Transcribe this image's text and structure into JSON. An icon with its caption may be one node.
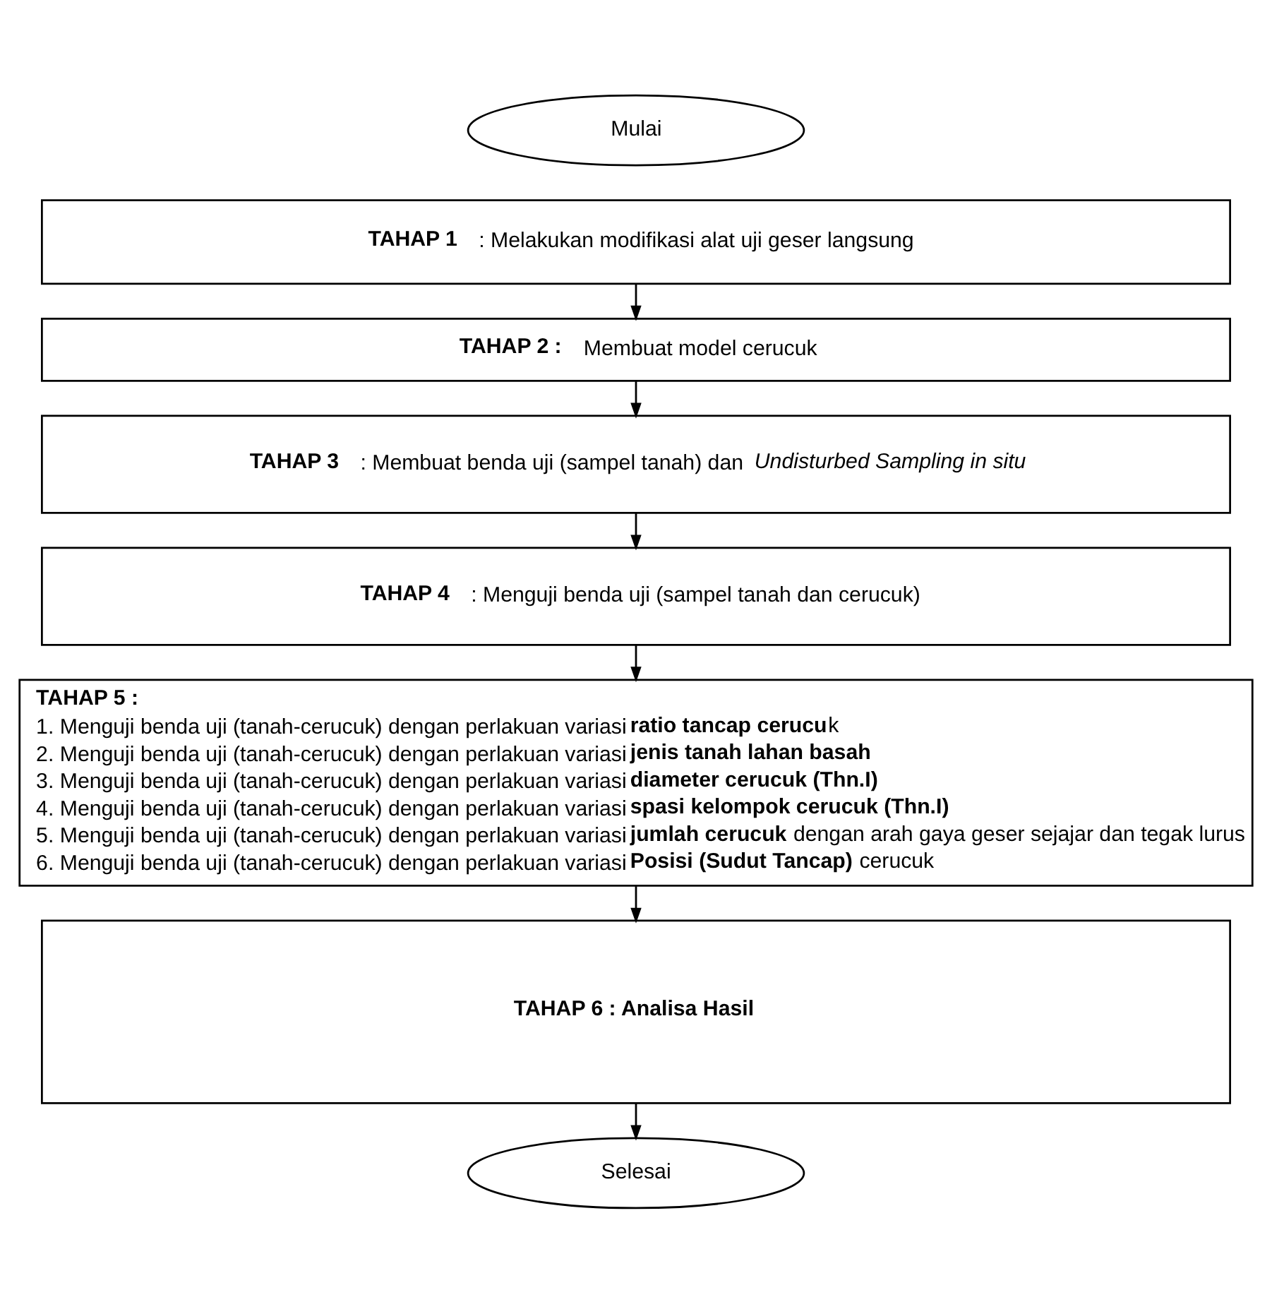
{
  "diagram": {
    "nodes": [
      {
        "text": [
          "Mulai"
        ]
      },
      {
        "text": [
          "**TAHAP 1** : Melakukan modifikasi alat uji geser langsung"
        ]
      },
      {
        "text": [
          "**TAHAP 2 :** Membuat model cerucuk"
        ]
      },
      {
        "text": [
          "**TAHAP 3** : Membuat benda uji (sampel tanah) dan *Undisturbed Sampling in situ*"
        ]
      },
      {
        "text": [
          "**TAHAP 4** : Menguji benda uji (sampel tanah dan cerucuk)"
        ]
      },
      {
        "text": [
          "TAHAP 5 :",
          "1. Menguji benda uji (tanah-cerucuk) dengan perlakuan variasi **ratio tancap cerucu**k",
          "2. Menguji benda uji (tanah-cerucuk) dengan perlakuan variasi **jenis tanah lahan basah**",
          "3. Menguji benda uji (tanah-cerucuk) dengan perlakuan variasi **diameter cerucuk (Thn.I)**",
          "4. Menguji benda uji (tanah-cerucuk) dengan perlakuan variasi **spasi kelompok cerucuk (Thn.I)**",
          "5. Menguji benda uji (tanah-cerucuk) dengan perlakuan variasi **jumlah cerucuk** dengan arah gaya geser sejajar dan tegak lurus",
          "6. Menguji benda uji (tanah-cerucuk) dengan perlakuan variasi **Posisi (Sudut Tancap)** cerucuk"
        ]
      },
      {
        "text": [
          "TAHAP 6 : Analisa Hasil"
        ]
      },
      {
        "text": [
          "Selesai"
        ]
      }
    ],
    "edges": [
      {
        "from": 1,
        "to": 2,
        "arrow": "to"
      },
      {
        "from": 2,
        "to": 3,
        "arrow": "to"
      },
      {
        "from": 3,
        "to": 4,
        "arrow": "to"
      },
      {
        "from": 4,
        "to": 5,
        "arrow": "to"
      },
      {
        "from": 5,
        "to": 6,
        "arrow": "to"
      },
      {
        "from": 6,
        "to": 7,
        "arrow": "to"
      }
    ]
  }
}
